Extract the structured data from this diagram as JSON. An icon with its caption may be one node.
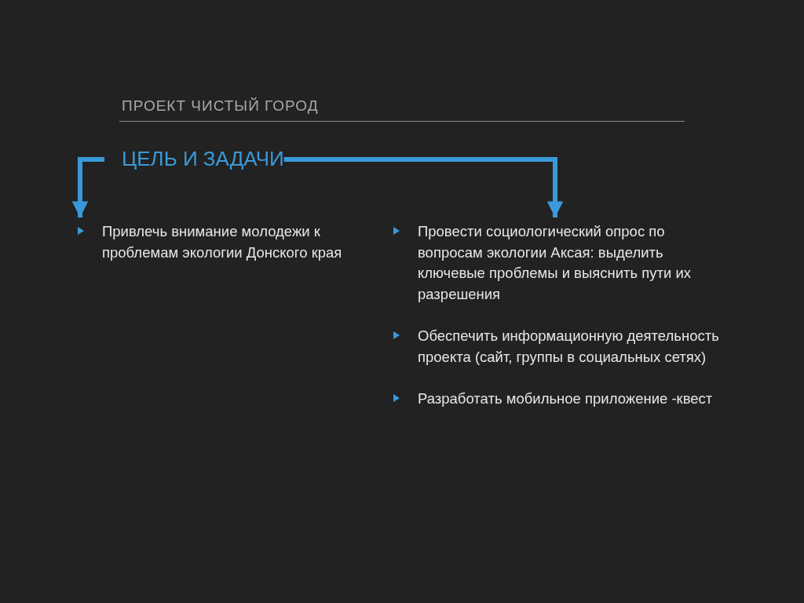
{
  "diagram": {
    "title": "ПРОЕКТ ЧИСТЫЙ ГОРОД",
    "nodes": [
      {
        "text": [
          "ЦЕЛЬ И ЗАДАЧИ"
        ]
      },
      {
        "text": [
          "Привлечь внимание молодежи к проблемам экологии Донского края"
        ]
      },
      {
        "text": [
          "Провести социологический опрос по вопросам экологии Аксая: выделить ключевые проблемы и выяснить пути их разрешения",
          "Обеспечить информационную деятельность проекта (сайт, группы в социальных сетях)",
          "Разработать мобильное приложение -квест"
        ]
      }
    ],
    "edges": [
      {
        "from": 0,
        "to": 1,
        "arrow": "to"
      },
      {
        "from": 0,
        "to": 2,
        "arrow": "to"
      }
    ]
  }
}
